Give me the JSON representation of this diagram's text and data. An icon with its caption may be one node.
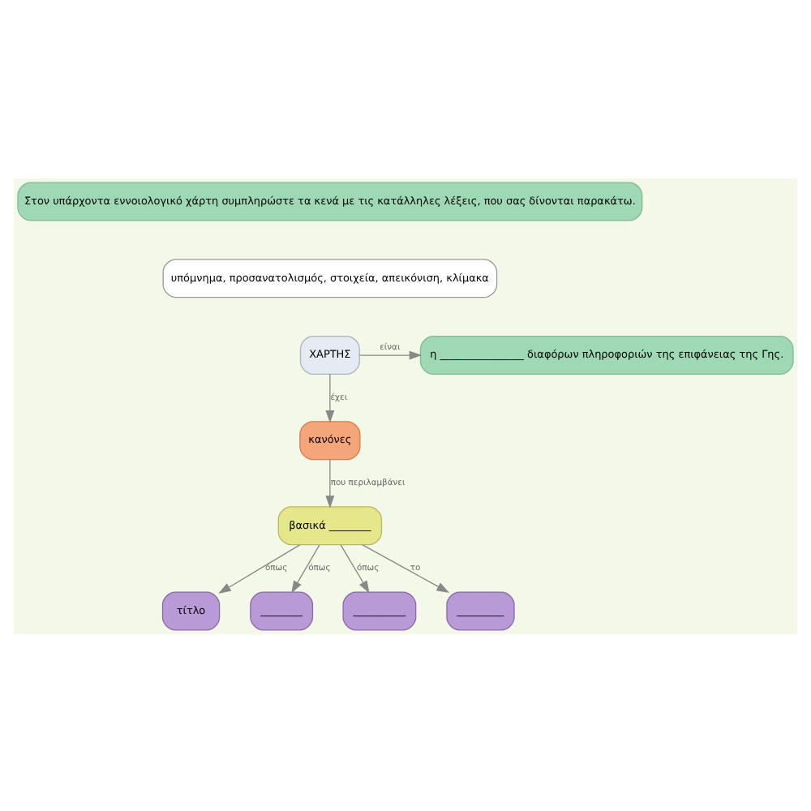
{
  "diagram": {
    "nodes": [
      {
        "text": [
          "Στον υπάρχοντα εννοιολογικό χάρτη συμπληρώστε τα κενά με τις κατάλληλες λέξεις, που σας δίνονται παρακάτω."
        ]
      },
      {
        "text": [
          "υπόμνημα, προσανατολισμός, στοιχεία, απεικόνιση, κλίμακα"
        ]
      },
      {
        "text": [
          "ΧΑΡΤΗΣ"
        ]
      },
      {
        "text": [
          "η ________________ διαφόρων πληροφοριών της επιφάνειας της Γης."
        ]
      },
      {
        "text": [
          "κανόνες"
        ]
      },
      {
        "text": [
          "βασικά ________"
        ]
      },
      {
        "text": [
          "τίτλο"
        ]
      },
      {
        "text": [
          "________"
        ]
      },
      {
        "text": [
          "__________"
        ]
      },
      {
        "text": [
          "_________"
        ]
      }
    ],
    "edges": [
      {
        "from": 2,
        "to": 3,
        "arrow": "to",
        "label": "είναι"
      },
      {
        "from": 2,
        "to": 4,
        "arrow": "to",
        "label": "έχει"
      },
      {
        "from": 4,
        "to": 5,
        "arrow": "to",
        "label": "που περιλαμβάνει"
      },
      {
        "from": 5,
        "to": 6,
        "arrow": "to",
        "label": "όπως"
      },
      {
        "from": 5,
        "to": 7,
        "arrow": "to",
        "label": "όπως"
      },
      {
        "from": 5,
        "to": 8,
        "arrow": "to",
        "label": "όπως"
      },
      {
        "from": 5,
        "to": 9,
        "arrow": "to",
        "label": "το"
      }
    ]
  }
}
